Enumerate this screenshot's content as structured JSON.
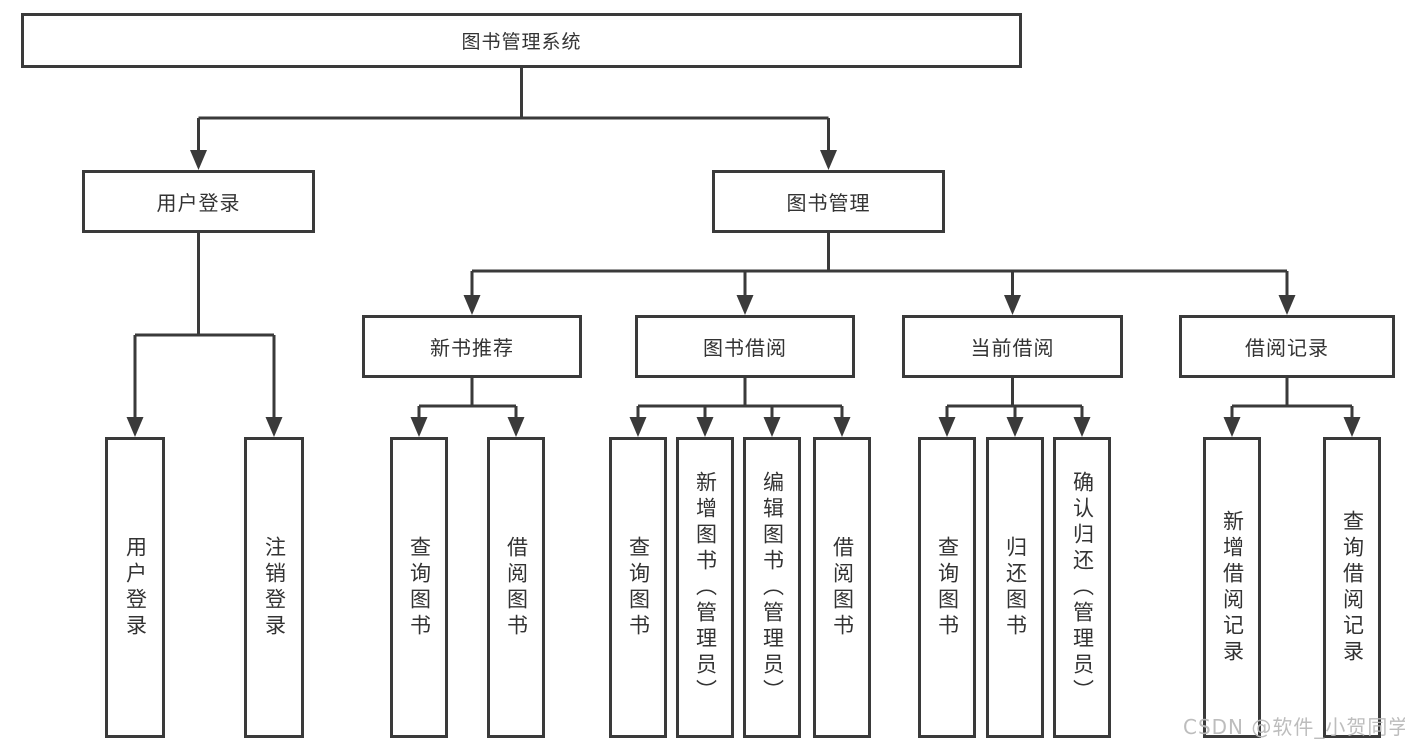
{
  "diagram_title": "图书管理系统",
  "nodes": [
    {
      "id": "root",
      "label": "图书管理系统"
    },
    {
      "id": "user-login",
      "label": "用户登录"
    },
    {
      "id": "book-mgmt",
      "label": "图书管理"
    },
    {
      "id": "new-book-rec",
      "label": "新书推荐"
    },
    {
      "id": "book-borrow",
      "label": "图书借阅"
    },
    {
      "id": "current-borrow",
      "label": "当前借阅"
    },
    {
      "id": "borrow-records",
      "label": "借阅记录"
    },
    {
      "id": "leaf-user-login",
      "label": "用户登录"
    },
    {
      "id": "leaf-logout",
      "label": "注销登录"
    },
    {
      "id": "leaf-query-book-1",
      "label": "查询图书"
    },
    {
      "id": "leaf-borrow-book-1",
      "label": "借阅图书"
    },
    {
      "id": "leaf-query-book-2",
      "label": "查询图书"
    },
    {
      "id": "leaf-add-book",
      "label": "新增图书（管理员）"
    },
    {
      "id": "leaf-edit-book",
      "label": "编辑图书（管理员）"
    },
    {
      "id": "leaf-borrow-book-2",
      "label": "借阅图书"
    },
    {
      "id": "leaf-query-book-3",
      "label": "查询图书"
    },
    {
      "id": "leaf-return-book",
      "label": "归还图书"
    },
    {
      "id": "leaf-confirm-return",
      "label": "确认归还（管理员）"
    },
    {
      "id": "leaf-add-borrow-record",
      "label": "新增借阅记录"
    },
    {
      "id": "leaf-query-borrow-record",
      "label": "查询借阅记录"
    }
  ],
  "colors": {
    "line": "#3a3a3a",
    "text": "#333333",
    "watermark": "#b9b9b9",
    "background": "#ffffff"
  },
  "watermark": "CSDN @软件_小贺同学"
}
